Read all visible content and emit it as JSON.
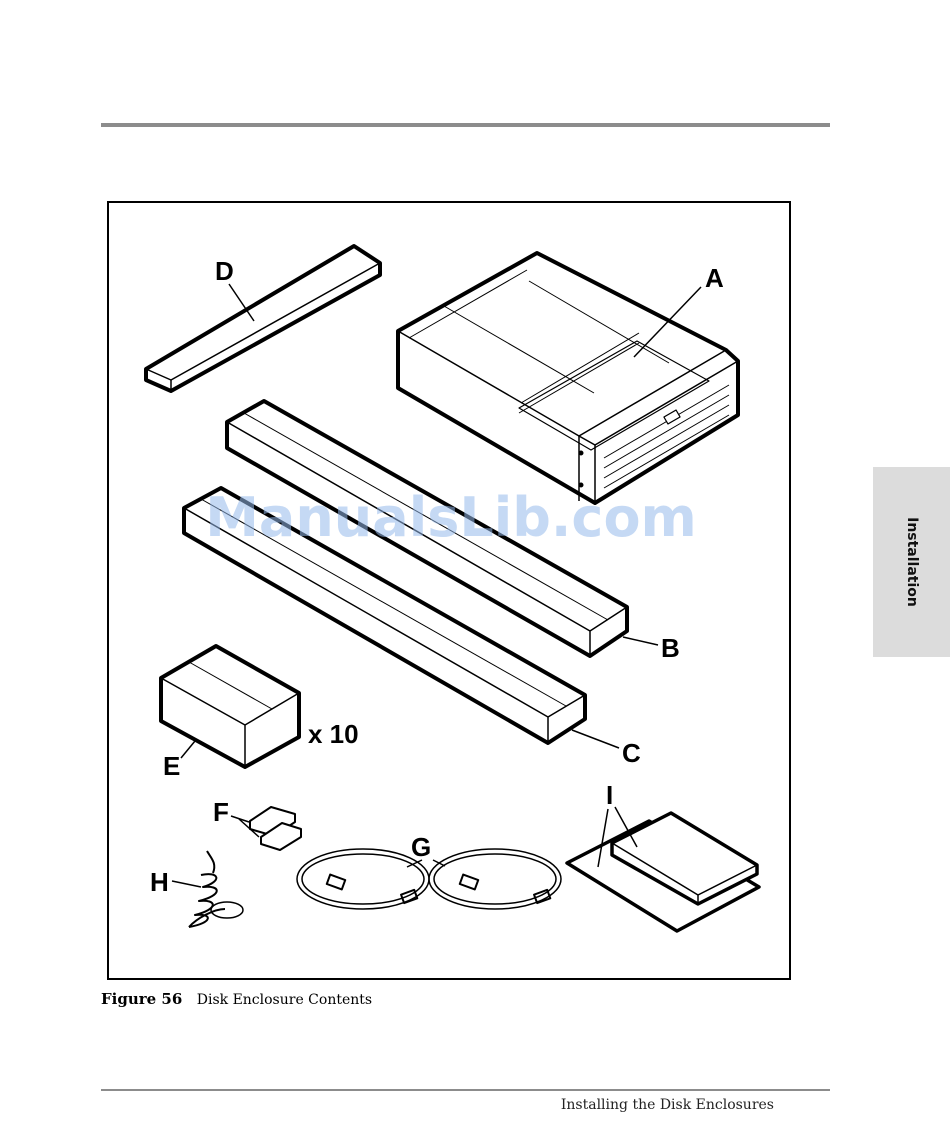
{
  "figure": {
    "number": "Figure 56",
    "title": "Disk Enclosure Contents",
    "callouts": {
      "a": "A",
      "b": "B",
      "c": "C",
      "d": "D",
      "e": "E",
      "f": "F",
      "g": "G",
      "h": "H",
      "i": "I"
    },
    "quantity_note": "x 10"
  },
  "watermark": "ManualsLib.com",
  "side_tab": {
    "label": "Installation"
  },
  "footer": {
    "section_title": "Installing the Disk Enclosures"
  }
}
